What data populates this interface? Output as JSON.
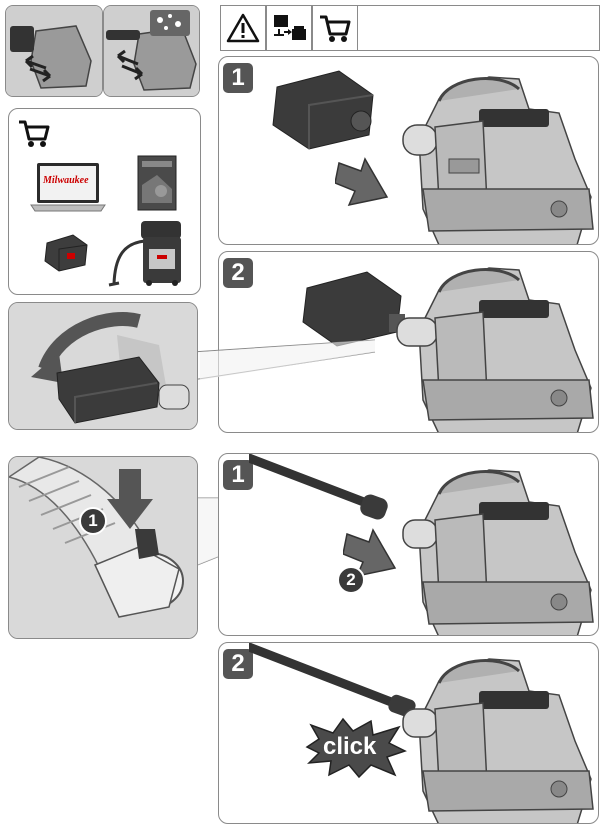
{
  "steps": {
    "s1": "1",
    "s2": "2",
    "s3": "1",
    "s4": "2"
  },
  "callouts": {
    "c1": "1",
    "c2": "2"
  },
  "click_label": "click",
  "laptop_brand": "Milwaukee",
  "icons": [
    "warning-icon",
    "battery-charger-icon",
    "cart-icon"
  ],
  "colors": {
    "badge": "#555555",
    "tool_grey": "#b5b5b5",
    "battery": "#3d3d3d"
  }
}
